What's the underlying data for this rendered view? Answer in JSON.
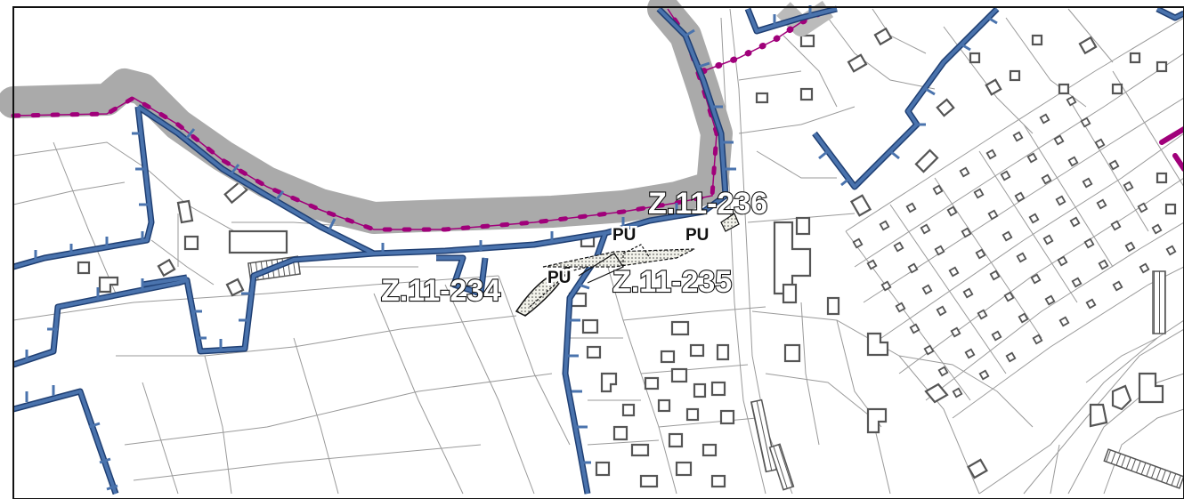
{
  "labels": {
    "zone_234": "Z.11-234",
    "zone_235": "Z.11-235",
    "zone_236": "Z.11-236",
    "pu_1": "PU",
    "pu_2": "PU",
    "pu_3": "PU"
  },
  "colors": {
    "background": "#ffffff",
    "parcel_line": "#9a9a9a",
    "building": "#555555",
    "boundary_blue": "#4a73ad",
    "boundary_blue_dark": "#1f3f73",
    "buffer_gray": "#aaaaaa",
    "magenta_line": "#a0007a",
    "zone_fill": "#efefe6",
    "frame": "#111111"
  }
}
